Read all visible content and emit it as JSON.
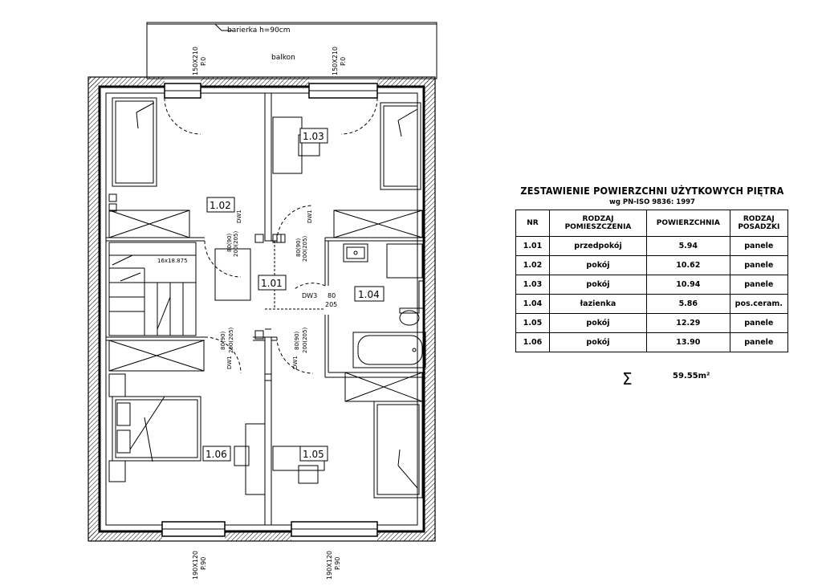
{
  "plan": {
    "railing_label": "barierka h=90cm",
    "balcony_label": "balkon",
    "door_w1": "150X210",
    "door_w1_sill": "P.0",
    "door_w2": "150X210",
    "door_w2_sill": "P.0",
    "window_s1": "190X120",
    "window_s1_sill": "P.90",
    "window_s2": "190X120",
    "window_s2_sill": "P.90",
    "stairs_label": "16x18.875",
    "door_tags": {
      "dw1_a": "DW1",
      "dw1_a_dims": "80(90)",
      "dw1_a_dims2": "200(205)",
      "dw1_b": "DW1",
      "dw1_b_dims": "80(90)",
      "dw1_b_dims2": "200(205)",
      "dw1_c": "DW1",
      "dw1_c_dims": "80(90)",
      "dw1_c_dims2": "200(205)",
      "dw1_d": "DW1",
      "dw1_d_dims": "80(90)",
      "dw1_d_dims2": "200(205)",
      "dw3": "DW3",
      "dw3_w": "80",
      "dw3_h": "205"
    },
    "rooms": {
      "r101": "1.01",
      "r102": "1.02",
      "r103": "1.03",
      "r104": "1.04",
      "r105": "1.05",
      "r106": "1.06"
    }
  },
  "table": {
    "title": "ZESTAWIENIE POWIERZCHNI UŻYTKOWYCH PIĘTRA",
    "subtitle": "wg PN-ISO 9836: 1997",
    "headers": {
      "nr": "NR",
      "type_1": "RODZAJ",
      "type_2": "POMIESZCZENIA",
      "area": "POWIERZCHNIA",
      "floor_1": "RODZAJ",
      "floor_2": "POSADZKI"
    },
    "rows": [
      {
        "nr": "1.01",
        "type": "przedpokój",
        "area": "5.94",
        "floor": "panele"
      },
      {
        "nr": "1.02",
        "type": "pokój",
        "area": "10.62",
        "floor": "panele"
      },
      {
        "nr": "1.03",
        "type": "pokój",
        "area": "10.94",
        "floor": "panele"
      },
      {
        "nr": "1.04",
        "type": "łazienka",
        "area": "5.86",
        "floor": "pos.ceram."
      },
      {
        "nr": "1.05",
        "type": "pokój",
        "area": "12.29",
        "floor": "panele"
      },
      {
        "nr": "1.06",
        "type": "pokój",
        "area": "13.90",
        "floor": "panele"
      }
    ],
    "sum_symbol": "Σ",
    "sum_value": "59.55m²"
  }
}
